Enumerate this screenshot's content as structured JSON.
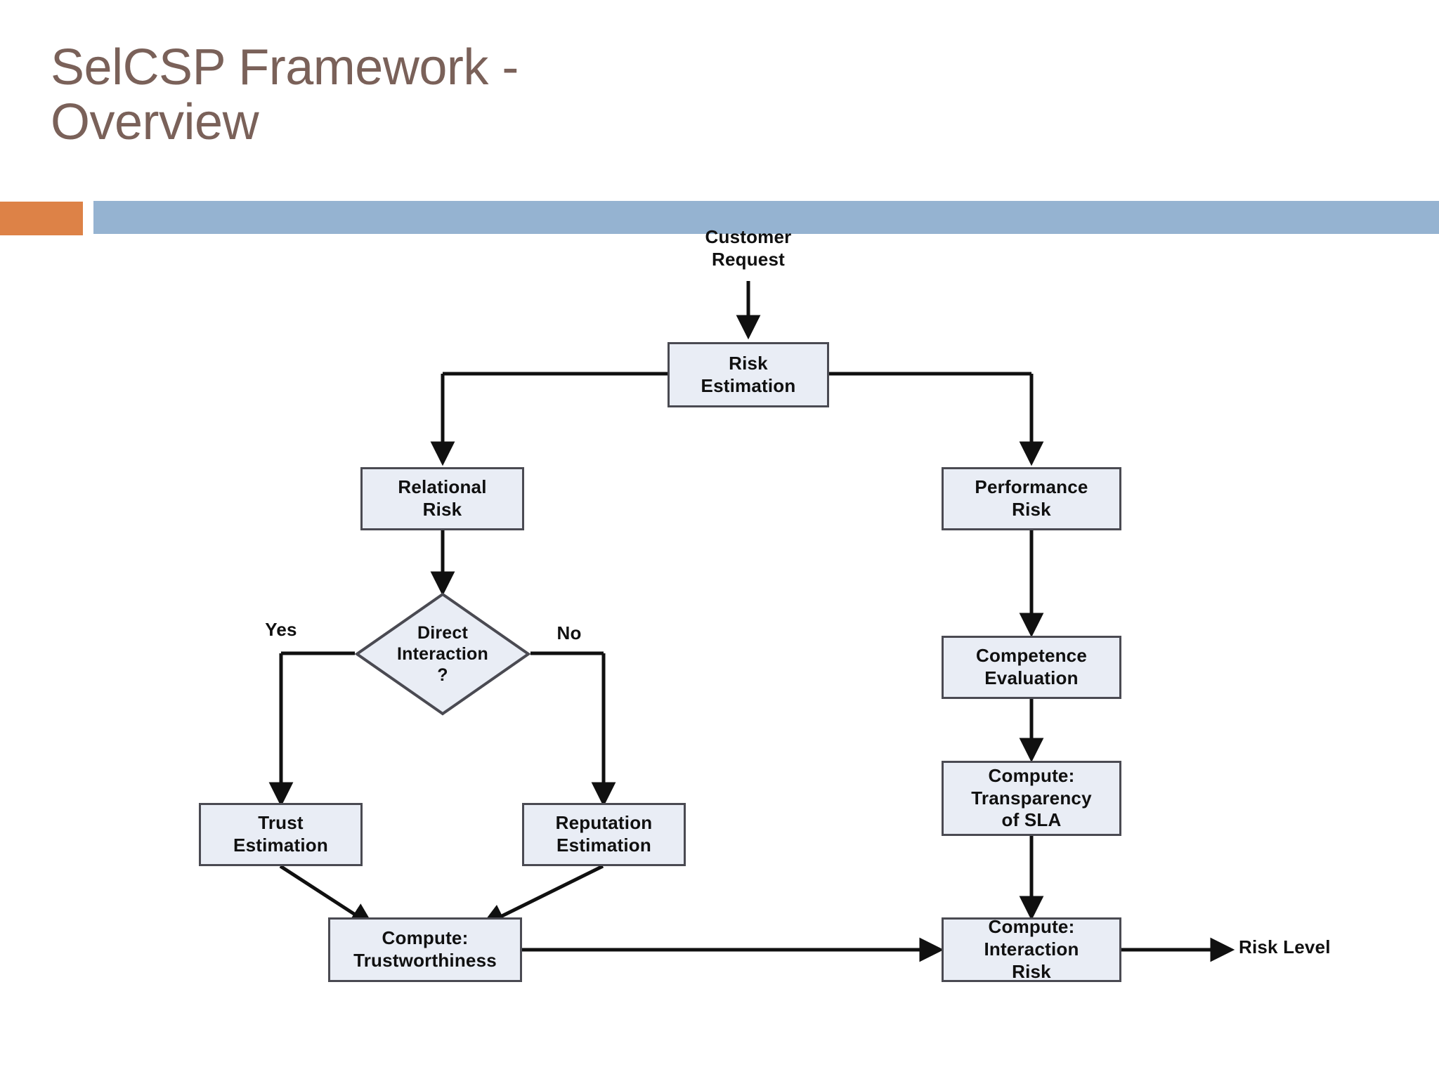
{
  "slide": {
    "title": "SelCSP Framework -\nOverview",
    "accent_orange": "#DD8247",
    "accent_blue": "#95B3D1",
    "title_color": "#7A6159"
  },
  "diagram": {
    "type": "flowchart",
    "node_fill": "#E9EDF5",
    "node_border": "#4A4A52",
    "connector_color": "#101010",
    "nodes": {
      "customer_request": "Customer\nRequest",
      "risk_estimation": "Risk\nEstimation",
      "relational_risk": "Relational\nRisk",
      "performance_risk": "Performance\nRisk",
      "direct_interaction": "Direct\nInteraction\n?",
      "trust_estimation": "Trust\nEstimation",
      "reputation_estimation": "Reputation\nEstimation",
      "competence_evaluation": "Competence\nEvaluation",
      "transparency_sla": "Compute:\nTransparency\nof SLA",
      "compute_trustworthiness": "Compute:\nTrustworthiness",
      "compute_interaction_risk": "Compute:\nInteraction\nRisk",
      "risk_level": "Risk Level"
    },
    "edge_labels": {
      "yes": "Yes",
      "no": "No"
    },
    "edges": [
      {
        "from": "customer_request",
        "to": "risk_estimation",
        "label": ""
      },
      {
        "from": "risk_estimation",
        "to": "relational_risk",
        "label": ""
      },
      {
        "from": "risk_estimation",
        "to": "performance_risk",
        "label": ""
      },
      {
        "from": "relational_risk",
        "to": "direct_interaction",
        "label": ""
      },
      {
        "from": "direct_interaction",
        "to": "trust_estimation",
        "label": "Yes"
      },
      {
        "from": "direct_interaction",
        "to": "reputation_estimation",
        "label": "No"
      },
      {
        "from": "trust_estimation",
        "to": "compute_trustworthiness",
        "label": ""
      },
      {
        "from": "reputation_estimation",
        "to": "compute_trustworthiness",
        "label": ""
      },
      {
        "from": "performance_risk",
        "to": "competence_evaluation",
        "label": ""
      },
      {
        "from": "competence_evaluation",
        "to": "transparency_sla",
        "label": ""
      },
      {
        "from": "transparency_sla",
        "to": "compute_interaction_risk",
        "label": ""
      },
      {
        "from": "compute_trustworthiness",
        "to": "compute_interaction_risk",
        "label": ""
      },
      {
        "from": "compute_interaction_risk",
        "to": "risk_level",
        "label": ""
      }
    ]
  }
}
